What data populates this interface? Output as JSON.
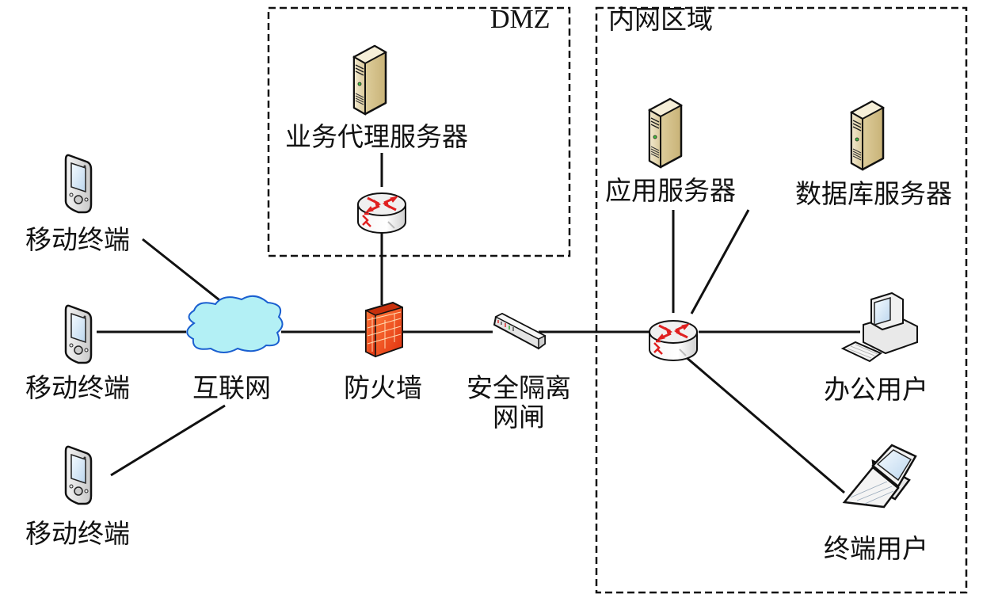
{
  "zones": {
    "dmz": {
      "label": "DMZ"
    },
    "intranet": {
      "label": "内网区域"
    }
  },
  "nodes": {
    "mobile_1": {
      "label": "移动终端",
      "icon": "mobile-device-icon"
    },
    "mobile_2": {
      "label": "移动终端",
      "icon": "mobile-device-icon"
    },
    "mobile_3": {
      "label": "移动终端",
      "icon": "mobile-device-icon"
    },
    "internet": {
      "label": "互联网",
      "icon": "cloud-icon"
    },
    "firewall": {
      "label": "防火墙",
      "icon": "firewall-icon"
    },
    "gatekeeper": {
      "label_line1": "安全隔离",
      "label_line2": "网闸",
      "icon": "gatekeeper-switch-icon"
    },
    "proxy_server": {
      "label": "业务代理服务器",
      "icon": "server-icon"
    },
    "dmz_router": {
      "icon": "router-icon"
    },
    "intranet_router": {
      "icon": "router-icon"
    },
    "app_server": {
      "label": "应用服务器",
      "icon": "server-icon"
    },
    "db_server": {
      "label": "数据库服务器",
      "icon": "server-icon"
    },
    "office_user": {
      "label": "办公用户",
      "icon": "desktop-computer-icon"
    },
    "terminal_user": {
      "label": "终端用户",
      "icon": "laptop-icon"
    }
  },
  "colors": {
    "cloud_fill": "#b3f0f5",
    "cloud_stroke": "#1a5fd0",
    "firewall": "#e8431c",
    "router_arrow": "#e02020",
    "server_body": "#e8dcb4",
    "line": "#111111"
  }
}
